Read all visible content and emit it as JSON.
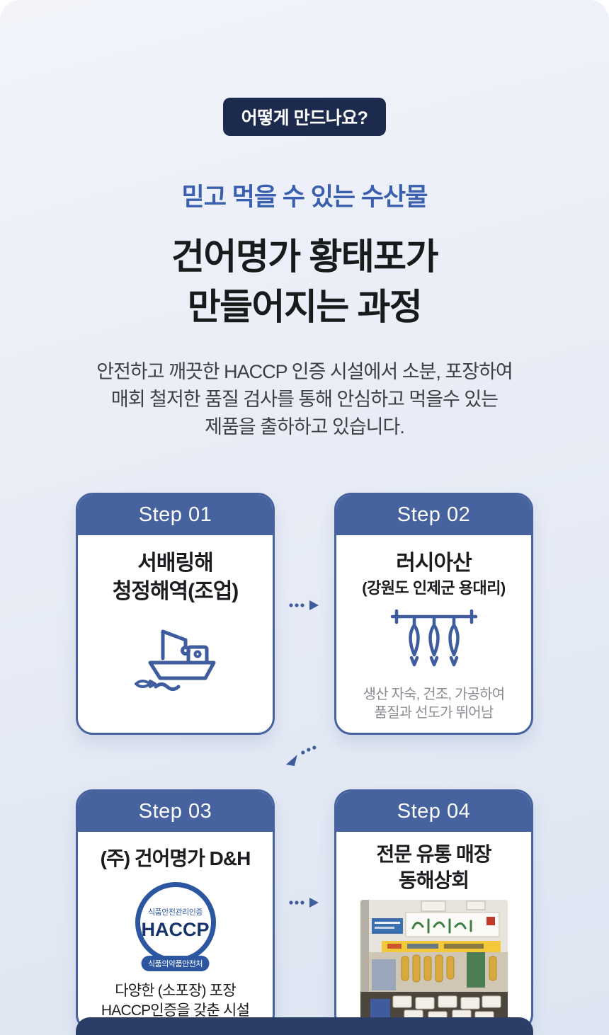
{
  "colors": {
    "accent_blue": "#46639f",
    "badge_navy": "#1c2b4d",
    "subtitle_blue": "#3a5fae",
    "icon_blue": "#3f5d9e",
    "band_navy": "#2b3e68"
  },
  "header": {
    "badge": "어떻게 만드나요?",
    "subtitle": "믿고 먹을 수 있는 수산물",
    "title_line1": "건어명가 황태포가",
    "title_line2": "만들어지는 과정",
    "desc_line1": "안전하고 깨끗한 HACCP 인증 시설에서 소분, 포장하여",
    "desc_line2": "매회 철저한 품질 검사를 통해 안심하고 먹을수 있는",
    "desc_line3": "제품을 출하하고 있습니다."
  },
  "steps": [
    {
      "label": "Step 01",
      "title_line1": "서배링해",
      "title_line2": "청정해역(조업)",
      "icon": "fishing-boat-icon"
    },
    {
      "label": "Step 02",
      "title_line1": "러시아산",
      "title_line2": "(강원도 인제군 용대리)",
      "icon": "hanging-fish-icon",
      "note_line1": "생산 자숙, 건조, 가공하여",
      "note_line2": "품질과 선도가 뛰어남"
    },
    {
      "label": "Step 03",
      "title_line1": "(주) 건어명가 D&H",
      "icon": "haccp-logo",
      "haccp_top": "식품안전관리인증",
      "haccp_main": "HACCP",
      "haccp_bottom": "식품의약품안전처",
      "note_line1": "다양한 (소포장) 포장",
      "note_line2": "HACCP인증을 갖춘 시설"
    },
    {
      "label": "Step 04",
      "title_line1": "전문 유통 매장",
      "title_line2": "동해상회",
      "icon": "store-photo"
    }
  ]
}
